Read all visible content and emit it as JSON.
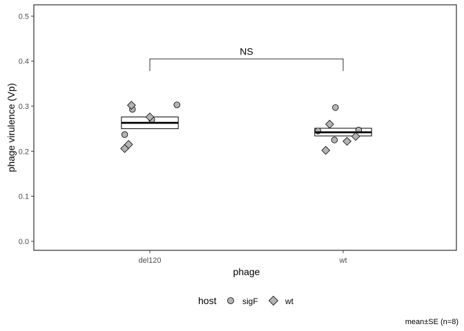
{
  "chart_data": {
    "type": "scatter",
    "title": "",
    "xlabel": "phage",
    "ylabel": "phage virulence (Vp)",
    "categories": [
      "del120",
      "wt"
    ],
    "ylim": [
      -0.02,
      0.525
    ],
    "yticks": [
      0.0,
      0.1,
      0.2,
      0.3,
      0.4,
      0.5
    ],
    "ytick_labels": [
      "0.0",
      "0.1",
      "0.2",
      "0.3",
      "0.4",
      "0.5"
    ],
    "grid": false,
    "legend": {
      "title": "host",
      "position": "bottom",
      "entries": [
        {
          "label": "sigF",
          "shape": "circle",
          "color": "#b3b3b3"
        },
        {
          "label": "wt",
          "shape": "diamond",
          "color": "#b3b3b3"
        }
      ]
    },
    "summary": [
      {
        "category": "del120",
        "mean": 0.263,
        "lower": 0.25,
        "upper": 0.276
      },
      {
        "category": "wt",
        "mean": 0.242,
        "lower": 0.234,
        "upper": 0.251
      }
    ],
    "series": [
      {
        "name": "sigF",
        "shape": "circle",
        "points": [
          {
            "category": "del120",
            "jitter": -0.09,
            "y": 0.293
          },
          {
            "category": "del120",
            "jitter": -0.13,
            "y": 0.237
          },
          {
            "category": "del120",
            "jitter": 0.01,
            "y": 0.27
          },
          {
            "category": "del120",
            "jitter": 0.14,
            "y": 0.303
          },
          {
            "category": "wt",
            "jitter": -0.13,
            "y": 0.245
          },
          {
            "category": "wt",
            "jitter": -0.045,
            "y": 0.225
          },
          {
            "category": "wt",
            "jitter": -0.04,
            "y": 0.297
          },
          {
            "category": "wt",
            "jitter": 0.08,
            "y": 0.247
          }
        ]
      },
      {
        "name": "wt",
        "shape": "diamond",
        "points": [
          {
            "category": "del120",
            "jitter": -0.13,
            "y": 0.206
          },
          {
            "category": "del120",
            "jitter": -0.11,
            "y": 0.215
          },
          {
            "category": "del120",
            "jitter": -0.095,
            "y": 0.302
          },
          {
            "category": "del120",
            "jitter": 0.0,
            "y": 0.276
          },
          {
            "category": "wt",
            "jitter": -0.09,
            "y": 0.202
          },
          {
            "category": "wt",
            "jitter": -0.07,
            "y": 0.26
          },
          {
            "category": "wt",
            "jitter": 0.02,
            "y": 0.222
          },
          {
            "category": "wt",
            "jitter": 0.065,
            "y": 0.233
          }
        ]
      }
    ],
    "annotation": {
      "text": "NS",
      "y": 0.405,
      "y_end": 0.378
    },
    "caption": "mean±SE (n=8)"
  }
}
